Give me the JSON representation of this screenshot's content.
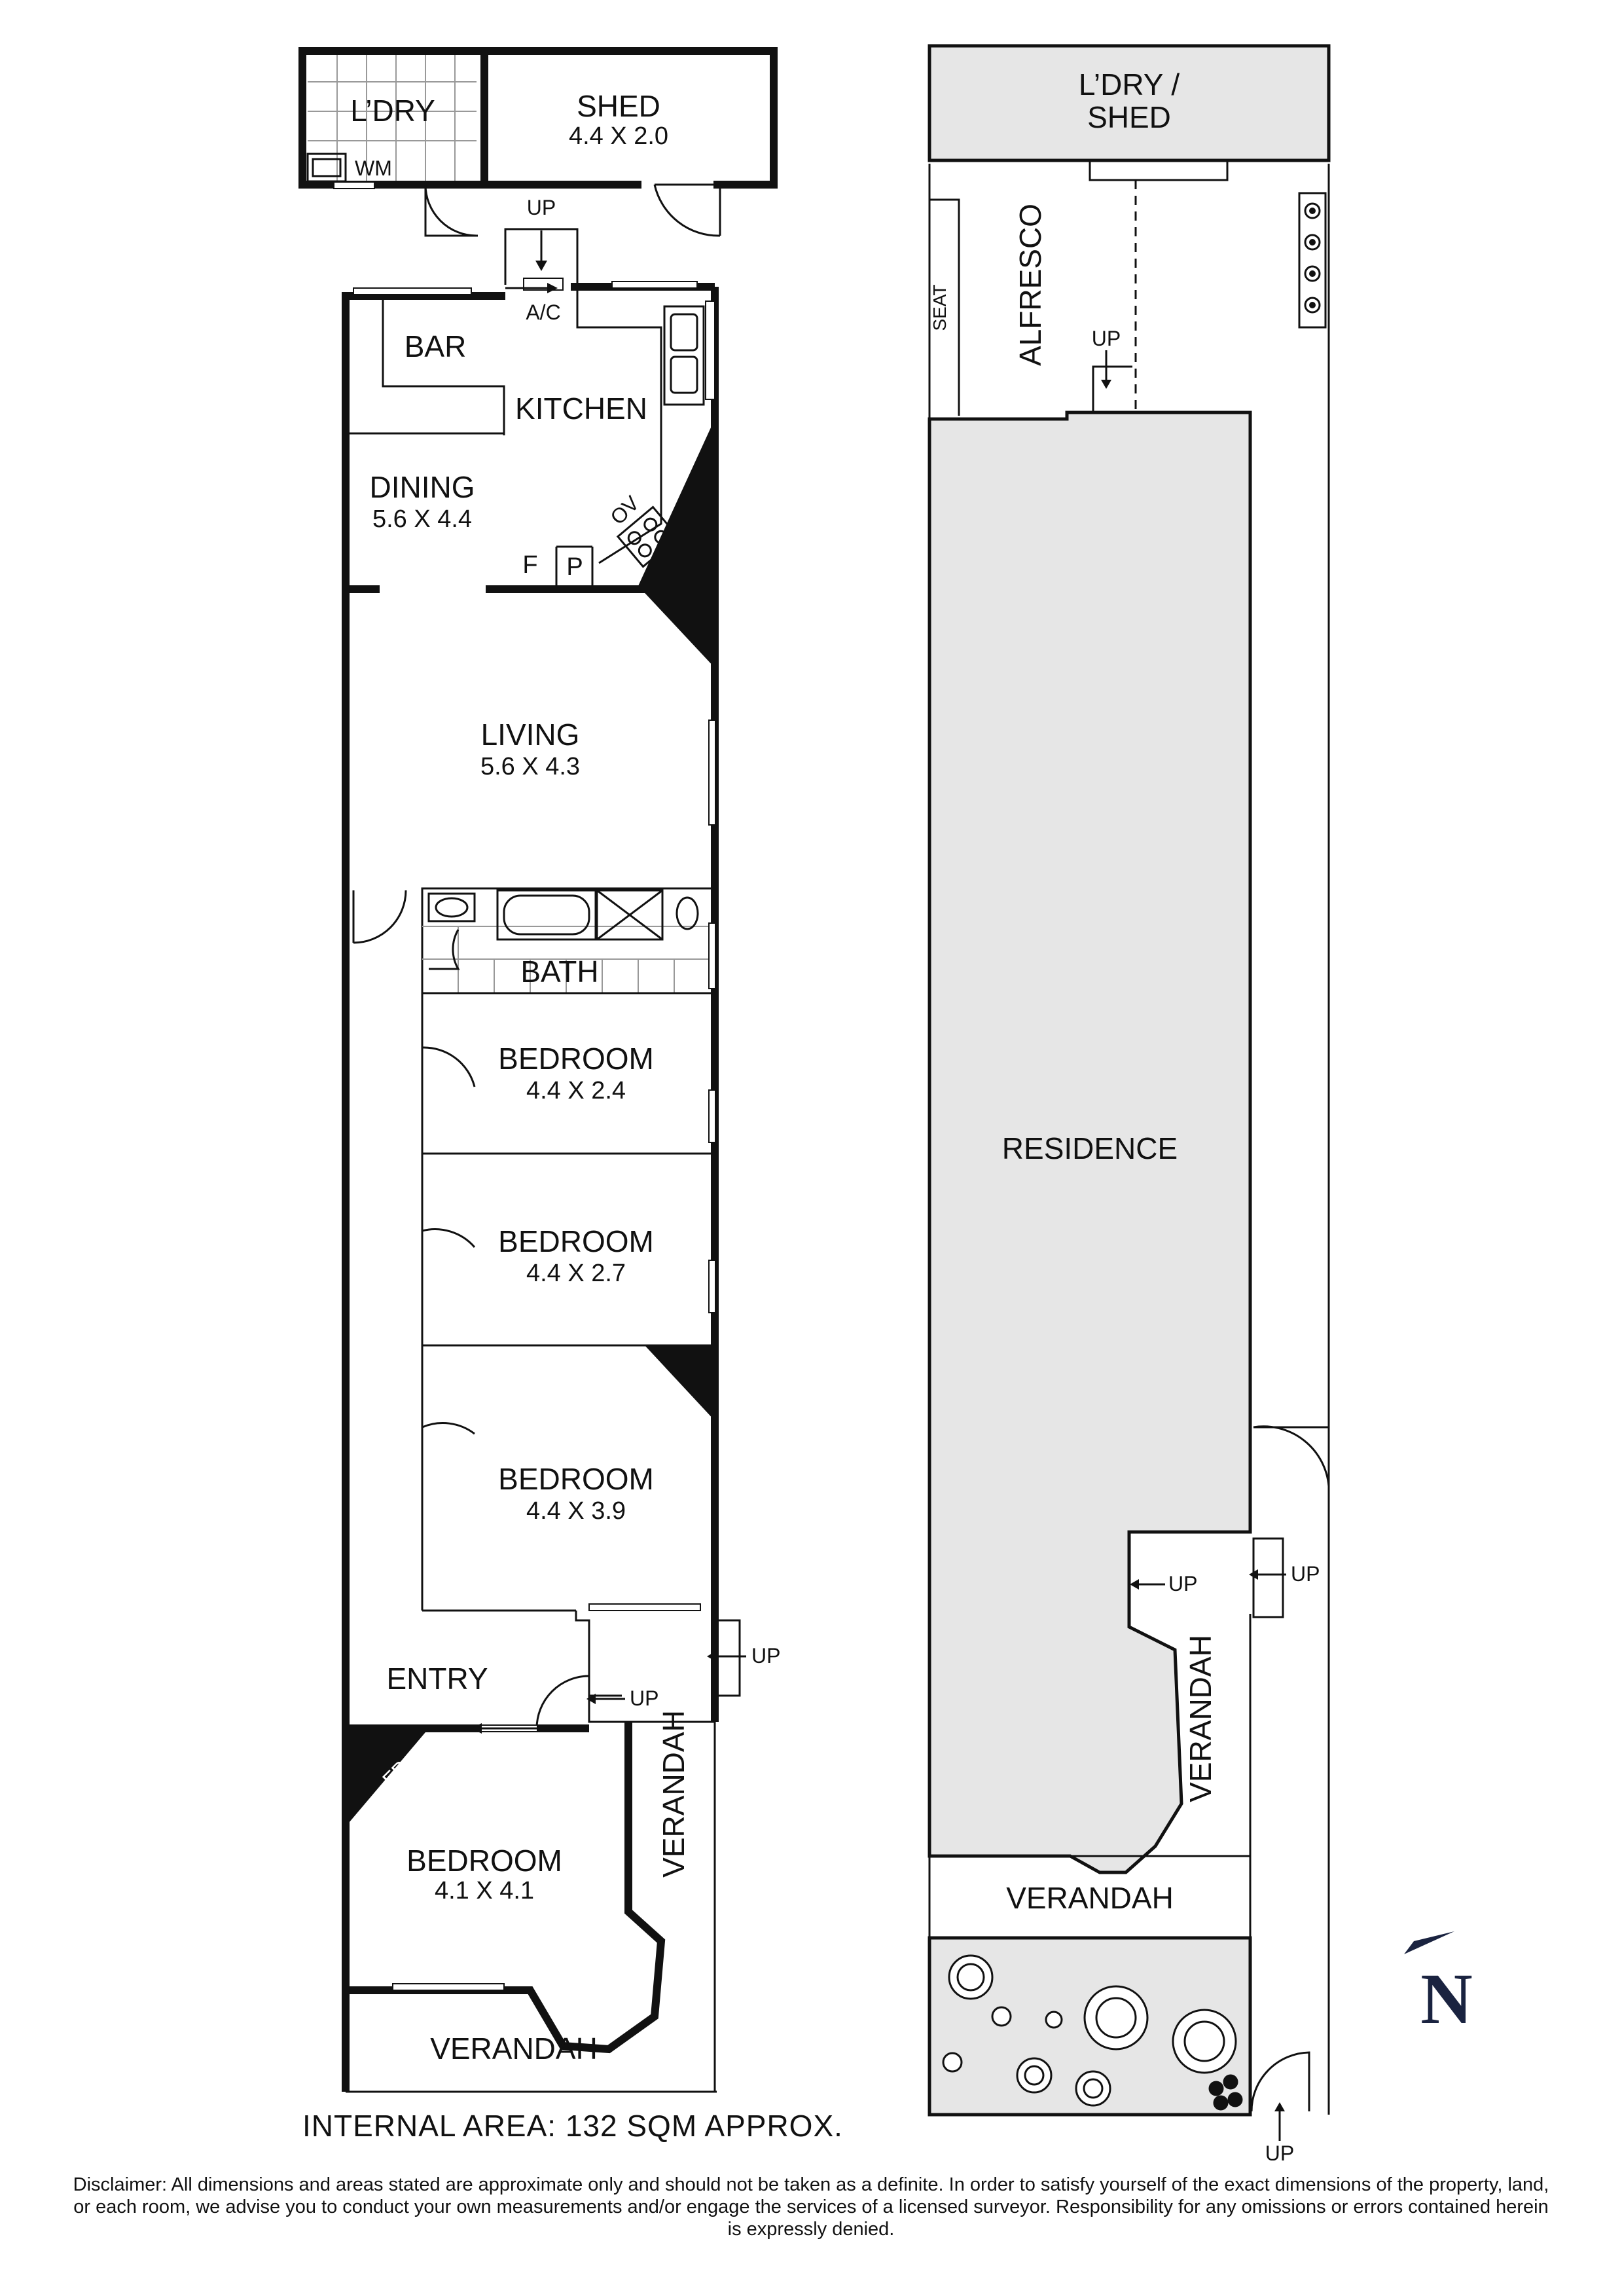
{
  "ground_plan": {
    "laundry": {
      "label": "L’DRY",
      "washing_machine": "WM"
    },
    "shed": {
      "label": "SHED",
      "dims": "4.4 X 2.0"
    },
    "steps_up_rear": "UP",
    "aircon": "A/C",
    "bar": "BAR",
    "kitchen": "KITCHEN",
    "dining": {
      "label": "DINING",
      "dims": "5.6 X 4.4"
    },
    "oven": "OV",
    "fridge": "F",
    "pantry": "P",
    "fireplace": "FP",
    "living": {
      "label": "LIVING",
      "dims": "5.6 X 4.3"
    },
    "bath": "BATH",
    "bedroom_1": {
      "label": "BEDROOM",
      "dims": "4.4 X 2.4"
    },
    "bedroom_2": {
      "label": "BEDROOM",
      "dims": "4.4 X 2.7"
    },
    "bedroom_3": {
      "label": "BEDROOM",
      "dims": "4.4 X 3.9"
    },
    "entry": "ENTRY",
    "steps_up_entry": "UP",
    "steps_up_verandah": "UP",
    "verandah_side": "VERANDAH",
    "bedroom_4": {
      "label": "BEDROOM",
      "dims": "4.1 X 4.1"
    },
    "verandah_front": "VERANDAH"
  },
  "site_plan": {
    "laundry_shed": {
      "line1": "L’DRY /",
      "line2": "SHED"
    },
    "seat": "SEAT",
    "alfresco": "ALFRESCO",
    "steps_up_alfresco": "UP",
    "residence": "RESIDENCE",
    "steps_up_side_1": "UP",
    "steps_up_side_2": "UP",
    "verandah_side": "VERANDAH",
    "verandah_front": "VERANDAH",
    "steps_up_gate": "UP"
  },
  "north": "N",
  "internal_area": "INTERNAL AREA: 132 SQM APPROX.",
  "disclaimer": "Disclaimer: All dimensions and areas stated are approximate only and should not be taken as a definite. In order to satisfy yourself of the exact dimensions of the property, land, or each room, we advise you to conduct your own measurements and/or engage the services of a licensed surveyor. Responsibility for any omissions or errors contained herein is expressly denied.",
  "colors": {
    "wall": "#111111",
    "site_fill": "#e6e6e6",
    "north_arrow": "#1a2340"
  }
}
